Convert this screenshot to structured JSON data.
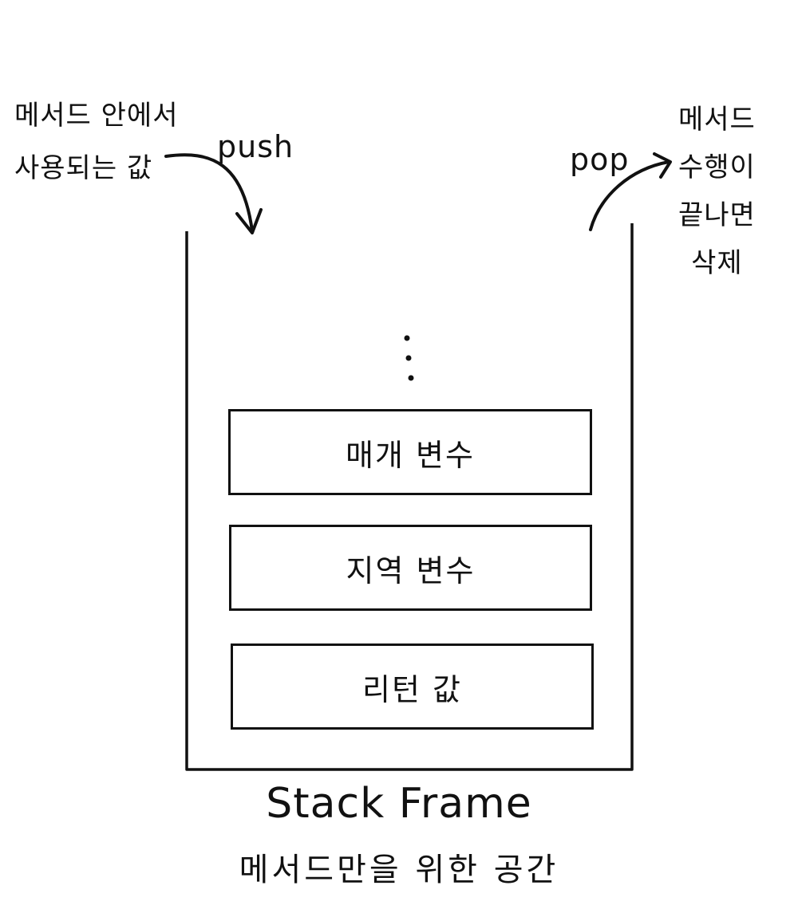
{
  "left_note": {
    "line1": "메서드 안에서",
    "line2": "사용되는 값"
  },
  "right_note": {
    "line1": "메서드",
    "line2": "수행이",
    "line3": "끝나면",
    "line4": "삭제"
  },
  "push_label": "push",
  "pop_label": "pop",
  "stack_items": [
    "매개 변수",
    "지역 변수",
    "리턴 값"
  ],
  "frame_label": "Stack Frame",
  "frame_sublabel": "메서드만을 위한 공간"
}
